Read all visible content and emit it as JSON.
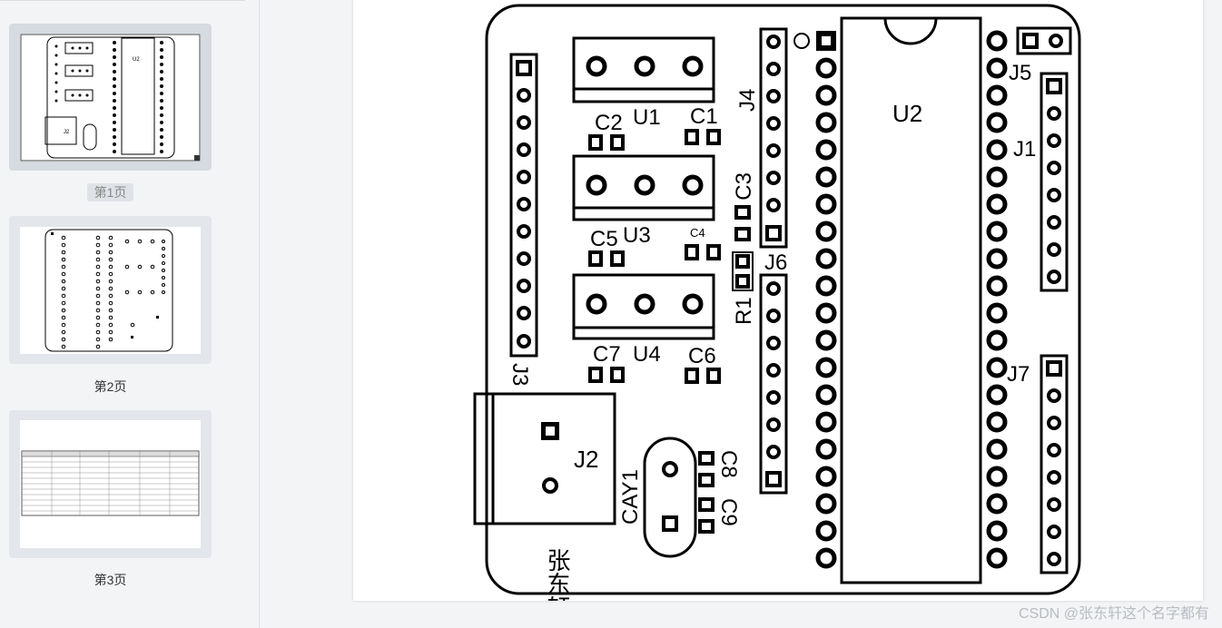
{
  "sidebar": {
    "pages": [
      {
        "label": "第1页",
        "selected": true
      },
      {
        "label": "第2页",
        "selected": false
      },
      {
        "label": "第3页",
        "selected": false
      }
    ]
  },
  "pcb": {
    "components": {
      "u1": "U1",
      "u2": "U2",
      "u3": "U3",
      "u4": "U4",
      "c1": "C1",
      "c2": "C2",
      "c3": "C3",
      "c4": "C4",
      "c5": "C5",
      "c6": "C6",
      "c7": "C7",
      "c8": "C8",
      "c9": "C9",
      "r1": "R1",
      "j1": "J1",
      "j2": "J2",
      "j3": "J3",
      "j4": "J4",
      "j5": "J5",
      "j6": "J6",
      "j7": "J7",
      "cay1": "CAY1"
    },
    "author": "张东轩"
  },
  "watermark": "CSDN @张东轩这个名字都有"
}
